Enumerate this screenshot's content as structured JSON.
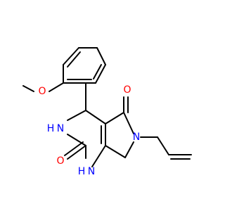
{
  "molecule": {
    "atoms": {
      "o_methoxy": "O",
      "o_ketone": "O",
      "o_urea": "O",
      "n_lactam": "N",
      "nh_top": "H",
      "nh_top_n": "N",
      "nh_bottom": "H",
      "nh_bottom_n": "N"
    }
  },
  "colors": {
    "bond": "#000000",
    "oxygen": "#ff0000",
    "nitrogen": "#0000ff",
    "background": "#ffffff"
  }
}
